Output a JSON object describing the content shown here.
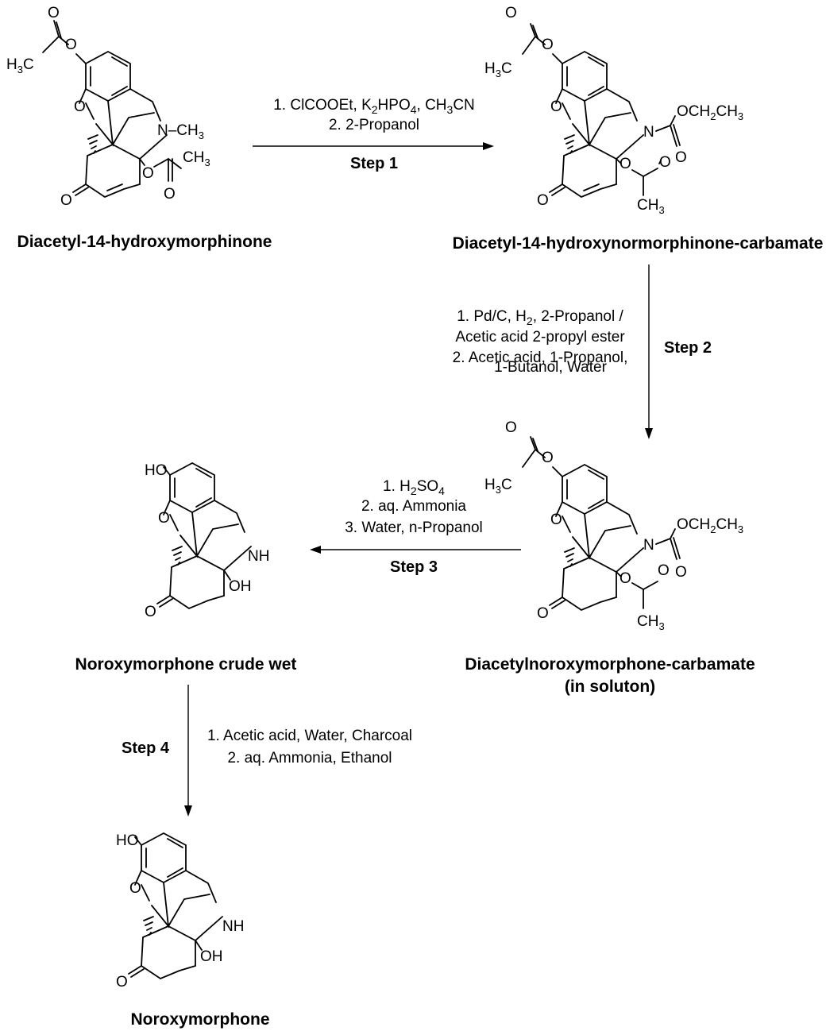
{
  "compounds": {
    "c1": {
      "name": "Diacetyl-14-hydroxymorphinone"
    },
    "c2": {
      "name": "Diacetyl-14-hydroxynormorphinone-carbamate"
    },
    "c3": {
      "name": "Diacetylnoroxymorphone-carbamate",
      "note": "(in soluton)"
    },
    "c4": {
      "name": "Noroxymorphone crude wet"
    },
    "c5": {
      "name": "Noroxymorphone"
    }
  },
  "atoms": {
    "O": "O",
    "HO": "HO",
    "NH": "NH",
    "OH": "OH",
    "N": "N",
    "N_CH3_prefix": "N–CH",
    "H": "H",
    "C": "C",
    "CH": "CH",
    "sub3": "3",
    "sub2": "2",
    "OCH": "OCH"
  },
  "steps": {
    "s1": {
      "label": "Step 1",
      "line1": {
        "a": "1. ClCOOEt, K",
        "b": "2",
        "c": "HPO",
        "d": "4",
        "e": ", CH",
        "f": "3",
        "g": "CN"
      },
      "line2": "2. 2-Propanol"
    },
    "s2": {
      "label": "Step 2",
      "line1": {
        "a": "1. Pd/C, H",
        "b": "2",
        "c": ", 2-Propanol /"
      },
      "line2": "Acetic acid 2-propyl ester",
      "line3": "2. Acetic acid, 1-Propanol,",
      "line4": "1-Butanol, Water"
    },
    "s3": {
      "label": "Step 3",
      "line1": {
        "a": "1. H",
        "b": "2",
        "c": "SO",
        "d": "4"
      },
      "line2": "2. aq. Ammonia",
      "line3": "3. Water, n-Propanol"
    },
    "s4": {
      "label": "Step 4",
      "line1": "1. Acetic acid, Water, Charcoal",
      "line2": "2. aq. Ammonia, Ethanol"
    }
  }
}
